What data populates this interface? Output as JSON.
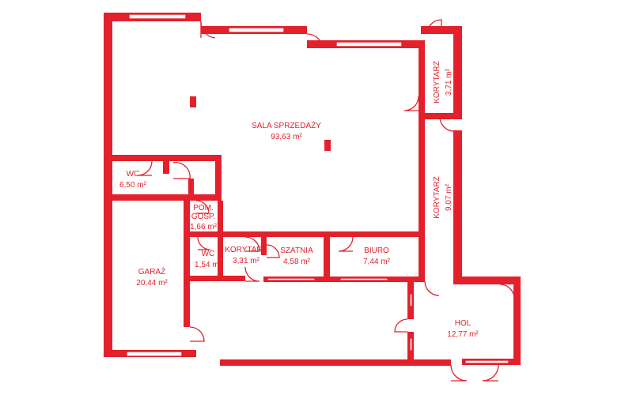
{
  "rooms": {
    "sala": {
      "name": "SALA SPRZEDAŻY",
      "area": "93,63 m²"
    },
    "korytarz_a": {
      "name": "KORYTARZ",
      "area": "3,71 m²"
    },
    "korytarz_b": {
      "name": "KORYTARZ",
      "area": "9,07 m²"
    },
    "wc_a": {
      "name": "WC",
      "area": "6,50 m²"
    },
    "pom": {
      "name_1": "POM.",
      "name_2": "GOSP.",
      "area": "1,66 m²"
    },
    "wc_b": {
      "name": "WC",
      "area": "1,54 m²"
    },
    "korytarz_c": {
      "name": "KORYTARZ",
      "area": "3,31 m²"
    },
    "szatnia": {
      "name": "SZATNIA",
      "area": "4,58 m²"
    },
    "biuro": {
      "name": "BIURO",
      "area": "7,44 m²"
    },
    "garaz": {
      "name": "GARAŻ",
      "area": "20,44 m²"
    },
    "hol": {
      "name": "HOL",
      "area": "12,77 m²"
    }
  },
  "colors": {
    "wall": "#e3202b",
    "background": "#ffffff"
  }
}
